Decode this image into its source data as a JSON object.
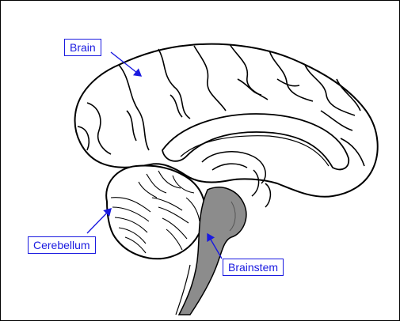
{
  "labels": {
    "brain": "Brain",
    "cerebellum": "Cerebellum",
    "brainstem": "Brainstem"
  },
  "colors": {
    "label_border": "#1a1ae0",
    "label_text": "#1a1ae0",
    "arrow": "#1a1ae0",
    "outline": "#000000",
    "brainstem_fill": "#8c8c8c"
  }
}
